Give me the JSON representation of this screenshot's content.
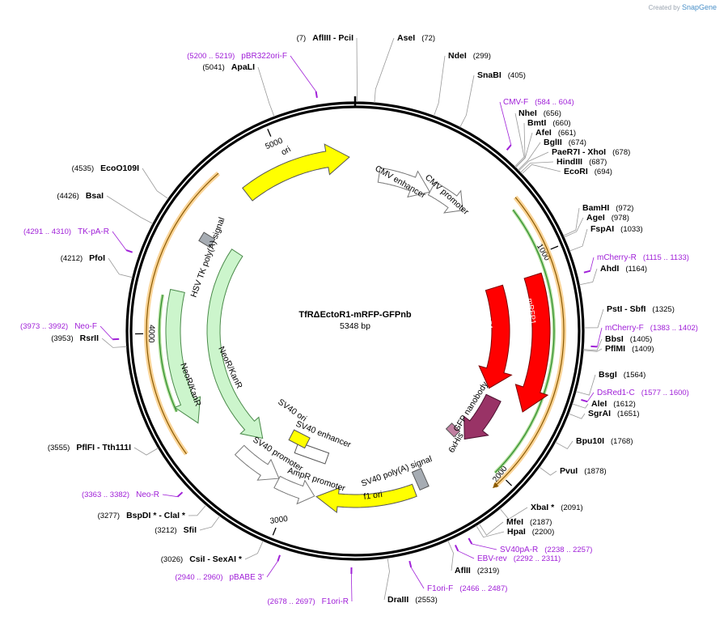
{
  "app": {
    "watermark_prefix": "Created by",
    "watermark_brand": "SnapGene"
  },
  "plasmid": {
    "name": "TfRΔEctoR1-mRFP-GFPnb",
    "length_label": "5348 bp"
  },
  "ticks": [
    {
      "label": "1000",
      "pos": 1000
    },
    {
      "label": "2000",
      "pos": 2000
    },
    {
      "label": "3000",
      "pos": 3000
    },
    {
      "label": "4000",
      "pos": 4000
    },
    {
      "label": "5000",
      "pos": 5000
    }
  ],
  "sites": [
    {
      "name": "AflIII  - PciI",
      "pos": "(7)",
      "anchor": 7,
      "side": "left"
    },
    {
      "name": "AseI",
      "pos": "(72)",
      "anchor": 72,
      "side": "right"
    },
    {
      "name": "NdeI",
      "pos": "(299)",
      "anchor": 299,
      "side": "right"
    },
    {
      "name": "SnaBI",
      "pos": "(405)",
      "anchor": 405,
      "side": "right"
    },
    {
      "name": "NheI",
      "pos": "(656)",
      "anchor": 656,
      "side": "right"
    },
    {
      "name": "BmtI",
      "pos": "(660)",
      "anchor": 660,
      "side": "right"
    },
    {
      "name": "AfeI",
      "pos": "(661)",
      "anchor": 661,
      "side": "right"
    },
    {
      "name": "BglII",
      "pos": "(674)",
      "anchor": 674,
      "side": "right"
    },
    {
      "name": "PaeR7I  - XhoI",
      "pos": "(678)",
      "anchor": 678,
      "side": "right"
    },
    {
      "name": "HindIII",
      "pos": "(687)",
      "anchor": 687,
      "side": "right"
    },
    {
      "name": "EcoRI",
      "pos": "(694)",
      "anchor": 694,
      "side": "right"
    },
    {
      "name": "BamHI",
      "pos": "(972)",
      "anchor": 972,
      "side": "right"
    },
    {
      "name": "AgeI",
      "pos": "(978)",
      "anchor": 978,
      "side": "right"
    },
    {
      "name": "FspAI",
      "pos": "(1033)",
      "anchor": 1033,
      "side": "right"
    },
    {
      "name": "AhdI",
      "pos": "(1164)",
      "anchor": 1164,
      "side": "right"
    },
    {
      "name": "PstI  - SbfI",
      "pos": "(1325)",
      "anchor": 1325,
      "side": "right"
    },
    {
      "name": "BbsI",
      "pos": "(1405)",
      "anchor": 1405,
      "side": "right"
    },
    {
      "name": "PflMI",
      "pos": "(1409)",
      "anchor": 1409,
      "side": "right"
    },
    {
      "name": "BsgI",
      "pos": "(1564)",
      "anchor": 1564,
      "side": "right"
    },
    {
      "name": "AleI",
      "pos": "(1612)",
      "anchor": 1612,
      "side": "right"
    },
    {
      "name": "SgrAI",
      "pos": "(1651)",
      "anchor": 1651,
      "side": "right"
    },
    {
      "name": "Bpu10I",
      "pos": "(1768)",
      "anchor": 1768,
      "side": "right"
    },
    {
      "name": "PvuI",
      "pos": "(1878)",
      "anchor": 1878,
      "side": "right"
    },
    {
      "name": "XbaI *",
      "pos": "(2091)",
      "anchor": 2091,
      "side": "right"
    },
    {
      "name": "MfeI",
      "pos": "(2187)",
      "anchor": 2187,
      "side": "right"
    },
    {
      "name": "HpaI",
      "pos": "(2200)",
      "anchor": 2200,
      "side": "right"
    },
    {
      "name": "AflII",
      "pos": "(2319)",
      "anchor": 2319,
      "side": "right"
    },
    {
      "name": "DraIII",
      "pos": "(2553)",
      "anchor": 2553,
      "side": "right"
    },
    {
      "name": "CsiI  - SexAI *",
      "pos": "(3026)",
      "anchor": 3026,
      "side": "left"
    },
    {
      "name": "SfiI",
      "pos": "(3212)",
      "anchor": 3212,
      "side": "left"
    },
    {
      "name": "BspDI *  - ClaI *",
      "pos": "(3277)",
      "anchor": 3277,
      "side": "left"
    },
    {
      "name": "PflFI  - Tth111I",
      "pos": "(3555)",
      "anchor": 3555,
      "side": "left"
    },
    {
      "name": "RsrII",
      "pos": "(3953)",
      "anchor": 3953,
      "side": "left"
    },
    {
      "name": "PfoI",
      "pos": "(4212)",
      "anchor": 4212,
      "side": "left"
    },
    {
      "name": "BsaI",
      "pos": "(4426)",
      "anchor": 4426,
      "side": "left"
    },
    {
      "name": "EcoO109I",
      "pos": "(4535)",
      "anchor": 4535,
      "side": "left"
    },
    {
      "name": "ApaLI",
      "pos": "(5041)",
      "anchor": 5041,
      "side": "left"
    }
  ],
  "primers": [
    {
      "name": "pBR322ori-F",
      "pos": "(5200 .. 5219)",
      "side": "left"
    },
    {
      "name": "CMV-F",
      "pos": "(584 .. 604)",
      "side": "right"
    },
    {
      "name": "mCherry-R",
      "pos": "(1115 .. 1133)",
      "side": "right"
    },
    {
      "name": "mCherry-F",
      "pos": "(1383 .. 1402)",
      "side": "right"
    },
    {
      "name": "DsRed1-C",
      "pos": "(1577 .. 1600)",
      "side": "right"
    },
    {
      "name": "SV40pA-R",
      "pos": "(2238 .. 2257)",
      "side": "right"
    },
    {
      "name": "EBV-rev",
      "pos": "(2292 .. 2311)",
      "side": "right"
    },
    {
      "name": "F1ori-F",
      "pos": "(2466 .. 2487)",
      "side": "right"
    },
    {
      "name": "F1ori-R",
      "pos": "(2678 .. 2697)",
      "side": "left"
    },
    {
      "name": "pBABE 3'",
      "pos": "(2940 .. 2960)",
      "side": "left"
    },
    {
      "name": "Neo-R",
      "pos": "(3363 .. 3382)",
      "side": "left"
    },
    {
      "name": "Neo-F",
      "pos": "(3973 .. 3992)",
      "side": "left"
    },
    {
      "name": "TK-pA-R",
      "pos": "(4291 .. 4310)",
      "side": "left"
    }
  ],
  "features": [
    {
      "label": "ori",
      "color": "#ffff00"
    },
    {
      "label": "CMV enhancer",
      "color": "#ffffff"
    },
    {
      "label": "CMV promoter",
      "color": "#ffffff"
    },
    {
      "label": "mRFP1",
      "color": "#ff0000"
    },
    {
      "label": "mRFP1",
      "color": "#ff0000"
    },
    {
      "label": "GFP nanobody",
      "color": "#993366"
    },
    {
      "label": "6xHis",
      "color": "#c07fa0"
    },
    {
      "label": "SV40 poly(A) signal",
      "color": "#a6acb3"
    },
    {
      "label": "f1 ori",
      "color": "#ffff00"
    },
    {
      "label": "AmpR promoter",
      "color": "#ffffff"
    },
    {
      "label": "SV40 promoter",
      "color": "#ffffff"
    },
    {
      "label": "SV40 enhancer",
      "color": "#ffffff"
    },
    {
      "label": "SV40 ori",
      "color": "#ffff00"
    },
    {
      "label": "NeoR/KanR",
      "color": "#ccf5cc"
    },
    {
      "label": "NeoR/KanR",
      "color": "#ccf5cc"
    },
    {
      "label": "HSV TK poly(A) signal",
      "color": "#a6acb3"
    }
  ],
  "colors": {
    "primer": "#a020d8",
    "backbone": "#000000",
    "orf_orange": "#f5b041",
    "orf_green": "#7dc855"
  }
}
